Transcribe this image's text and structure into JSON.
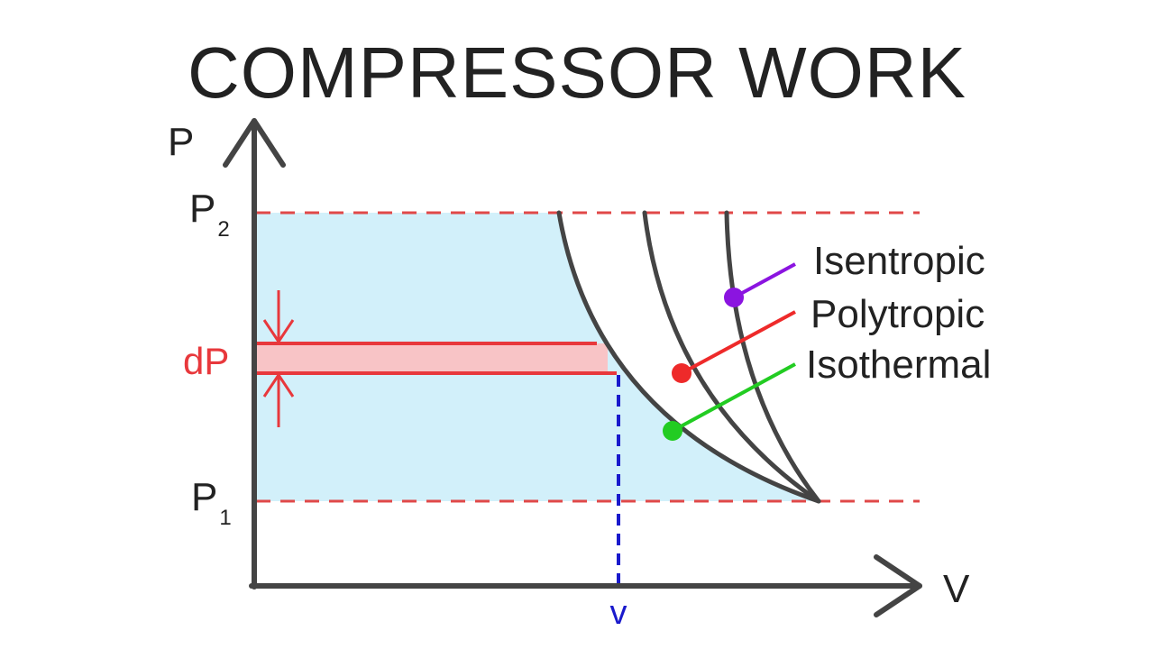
{
  "title": "COMPRESSOR WORK",
  "axes": {
    "y_label": "P",
    "x_label": "V"
  },
  "levels": {
    "p2": {
      "main": "P",
      "sub": "2"
    },
    "p1": {
      "main": "P",
      "sub": "1"
    },
    "dp": "dP",
    "v": "v"
  },
  "processes": [
    {
      "name": "Isentropic",
      "color": "#8b14e0"
    },
    {
      "name": "Polytropic",
      "color": "#ee2a2a"
    },
    {
      "name": "Isothermal",
      "color": "#22cc22"
    }
  ],
  "colors": {
    "shade": "#d2f0fa",
    "strip": "#f8c4c6",
    "red": "#e8383c",
    "dashed_red": "#e04848",
    "blue": "#1a1acc",
    "axis": "#444444"
  }
}
